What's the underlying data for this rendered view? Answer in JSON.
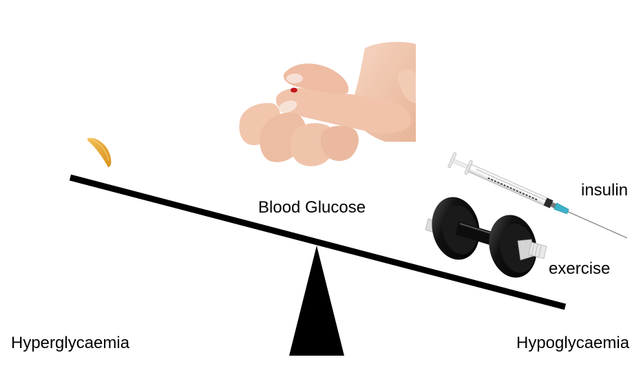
{
  "diagram": {
    "center_label": "Blood Glucose",
    "left_label": "Hyperglycaemia",
    "right_label": "Hypoglycaemia",
    "right_items": [
      {
        "label": "insulin",
        "icon": "syringe-icon"
      },
      {
        "label": "exercise",
        "icon": "dumbbell-icon"
      }
    ],
    "left_items": [
      {
        "label": "",
        "icon": "potato-chip-icon"
      }
    ],
    "top_image": {
      "icon": "finger-prick-blood-drop-icon"
    },
    "beam": {
      "tilt": "down-right",
      "color": "#000000"
    },
    "fulcrum": {
      "shape": "triangle",
      "color": "#000000"
    },
    "colors": {
      "chip": "#E9A93A",
      "skin": "#F2C9B0",
      "blood": "#C3151C",
      "needle_hub": "#3BB2C9",
      "dumbbell": "#1a1a1a",
      "dumbbell_thread": "#d9d9d9"
    }
  }
}
